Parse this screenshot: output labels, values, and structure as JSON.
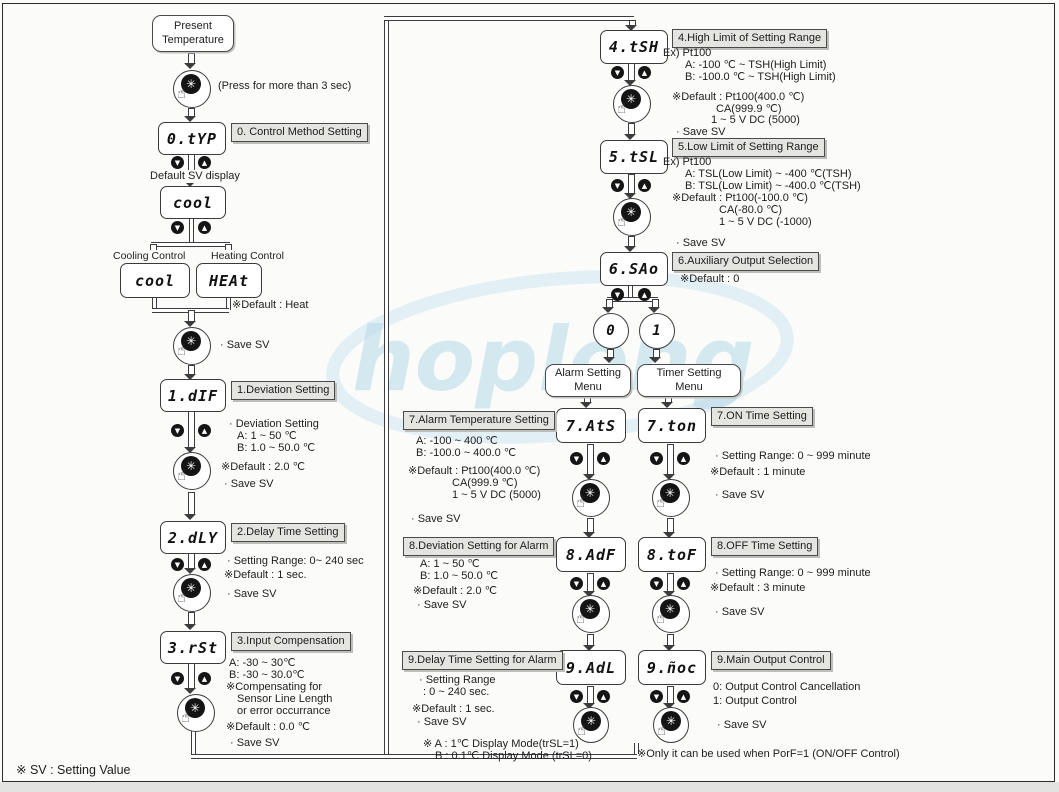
{
  "colors": {
    "watermark": "#b5d9ea",
    "label_bg": "#e4e4e1"
  },
  "watermark": {
    "text": "hoplong"
  },
  "footnote": "※ SV : Setting Value",
  "icons": {
    "down": "▼",
    "up": "▲",
    "press": "✳",
    "hand": "☝"
  },
  "flow": {
    "start": {
      "line1": "Present",
      "line2": "Temperature"
    },
    "press_note": "(Press for more than 3 sec)",
    "s0": {
      "display": "0.tYP",
      "label": "0. Control Method Setting",
      "sv_note": "Default SV display",
      "sv_display": "cool",
      "branch_left_label": "Cooling Control",
      "branch_right_label": "Heating Control",
      "branch_left_display": "cool",
      "branch_right_display": "HEAt",
      "default_note": "※Default : Heat",
      "save_note": "· Save SV"
    },
    "s1": {
      "display": "1.dIF",
      "label": "1.Deviation Setting",
      "note_title": "· Deviation Setting",
      "range_a": "A: 1   ~ 50 ℃",
      "range_b": "B: 1.0 ~ 50.0 ℃",
      "default_note": "※Default : 2.0 ℃",
      "save_note": "· Save SV"
    },
    "s2": {
      "display": "2.dLY",
      "label": "2.Delay Time Setting",
      "range": "· Setting Range: 0~ 240 sec",
      "default_note": "※Default : 1 sec.",
      "save_note": "· Save SV"
    },
    "s3": {
      "display": "3.rSt",
      "label": "3.Input Compensation",
      "range_a": "A: -30 ~ 30℃",
      "range_b": "B: -30 ~ 30.0℃",
      "comp1": "※Compensating for",
      "comp2": "Sensor Line Length",
      "comp3": "or error occurrance",
      "default_note": "※Default : 0.0 ℃",
      "save_note": "· Save SV"
    },
    "s4": {
      "display": "4.tSH",
      "label": "4.High Limit of Setting Range",
      "ex": "Ex) Pt100",
      "range_a": "A: -100 ℃ ~ TSH(High Limit)",
      "range_b": "B: -100.0 ℃ ~ TSH(High Limit)",
      "default1": "※Default : Pt100(400.0 ℃)",
      "default2": "CA(999.9 ℃)",
      "default3": "1 ~ 5 V DC (5000)",
      "save_note": "· Save SV"
    },
    "s5": {
      "display": "5.tSL",
      "label": "5.Low Limit of Setting Range",
      "ex": "Ex) Pt100",
      "range_a": "A: TSL(Low Limit) ~ -400 ℃(TSH)",
      "range_b": "B: TSL(Low Limit) ~ -400.0 ℃(TSH)",
      "default1": "※Default : Pt100(-100.0 ℃)",
      "default2": "CA(-80.0 ℃)",
      "default3": "1 ~ 5 V DC (-1000)",
      "save_note": "· Save SV"
    },
    "s6": {
      "display": "6.SAo",
      "label": "6.Auxiliary Output Selection",
      "default_note": "※Default : 0",
      "opt0": "0",
      "opt1": "1",
      "alarm_menu1": "Alarm Setting",
      "alarm_menu2": "Menu",
      "timer_menu1": "Timer Setting",
      "timer_menu2": "Menu"
    },
    "s7a": {
      "display": "7.AtS",
      "label": "7.Alarm Temperature Setting",
      "range_a": "A: -100   ~ 400 ℃",
      "range_b": "B: -100.0 ~ 400.0 ℃",
      "default1": "※Default : Pt100(400.0 ℃)",
      "default2": "CA(999.9 ℃)",
      "default3": "1 ~ 5 V DC (5000)",
      "save_note": "· Save SV"
    },
    "s7t": {
      "display": "7.ton",
      "label": "7.ON Time Setting",
      "range": "· Setting Range: 0 ~ 999 minute",
      "default_note": "※Default : 1 minute",
      "save_note": "· Save SV"
    },
    "s8a": {
      "display": "8.AdF",
      "label": "8.Deviation Setting for Alarm",
      "range_a": "A: 1   ~ 50 ℃",
      "range_b": "B: 1.0 ~ 50.0 ℃",
      "default_note": "※Default : 2.0 ℃",
      "save_note": "· Save SV"
    },
    "s8t": {
      "display": "8.toF",
      "label": "8.OFF Time Setting",
      "range": "· Setting Range: 0 ~ 999 minute",
      "default_note": "※Default : 3 minute",
      "save_note": "· Save SV"
    },
    "s9a": {
      "display": "9.AdL",
      "label": "9.Delay Time Setting for Alarm",
      "range1": "· Setting Range",
      "range2": ": 0 ~ 240 sec.",
      "default_note": "※Default : 1 sec.",
      "save_note": "· Save SV",
      "mode_a": "※ A : 1℃ Display Mode(trSL=1)",
      "mode_b": "B : 0.1℃ Display Mode (trSL=0)"
    },
    "s9t": {
      "display": "9.ñoc",
      "label": "9.Main Output Control",
      "opt0": "0: Output Control Cancellation",
      "opt1": "1: Output Control",
      "save_note": "· Save SV",
      "note": "※Only it can be used when PorF=1 (ON/OFF Control)"
    }
  }
}
